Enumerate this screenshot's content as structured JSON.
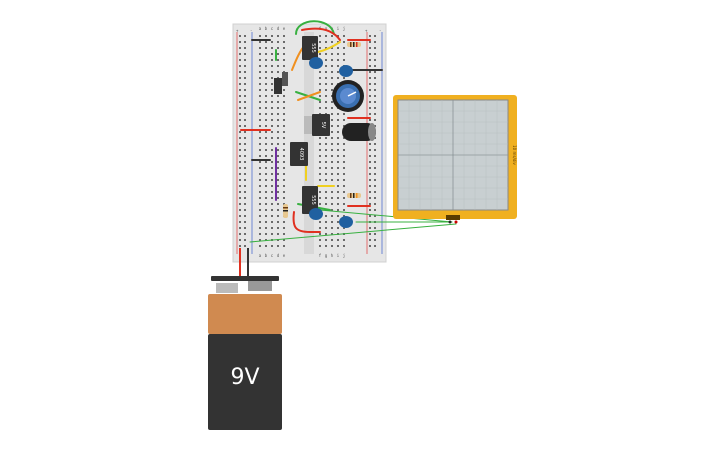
{
  "battery": {
    "label": "9V",
    "body_color": "#333333",
    "cap_color": "#d08a50"
  },
  "breadboard": {
    "columns_left": [
      "a",
      "b",
      "c",
      "d",
      "e"
    ],
    "columns_right": [
      "f",
      "g",
      "h",
      "i",
      "j"
    ],
    "rail_plus": "+",
    "rail_minus": "-"
  },
  "chips": [
    {
      "label": "555"
    },
    {
      "label": "5V"
    },
    {
      "label": "4093"
    },
    {
      "label": "555"
    }
  ],
  "oscilloscope": {
    "frame_color": "#f0b020",
    "screen_color": "#c8cfd1",
    "side_label": "10 ms/div"
  },
  "wire_colors": {
    "red": "#e03020",
    "green": "#38b040",
    "yellow": "#f0d020",
    "orange": "#f09020",
    "black": "#333333",
    "purple": "#7030a0"
  }
}
